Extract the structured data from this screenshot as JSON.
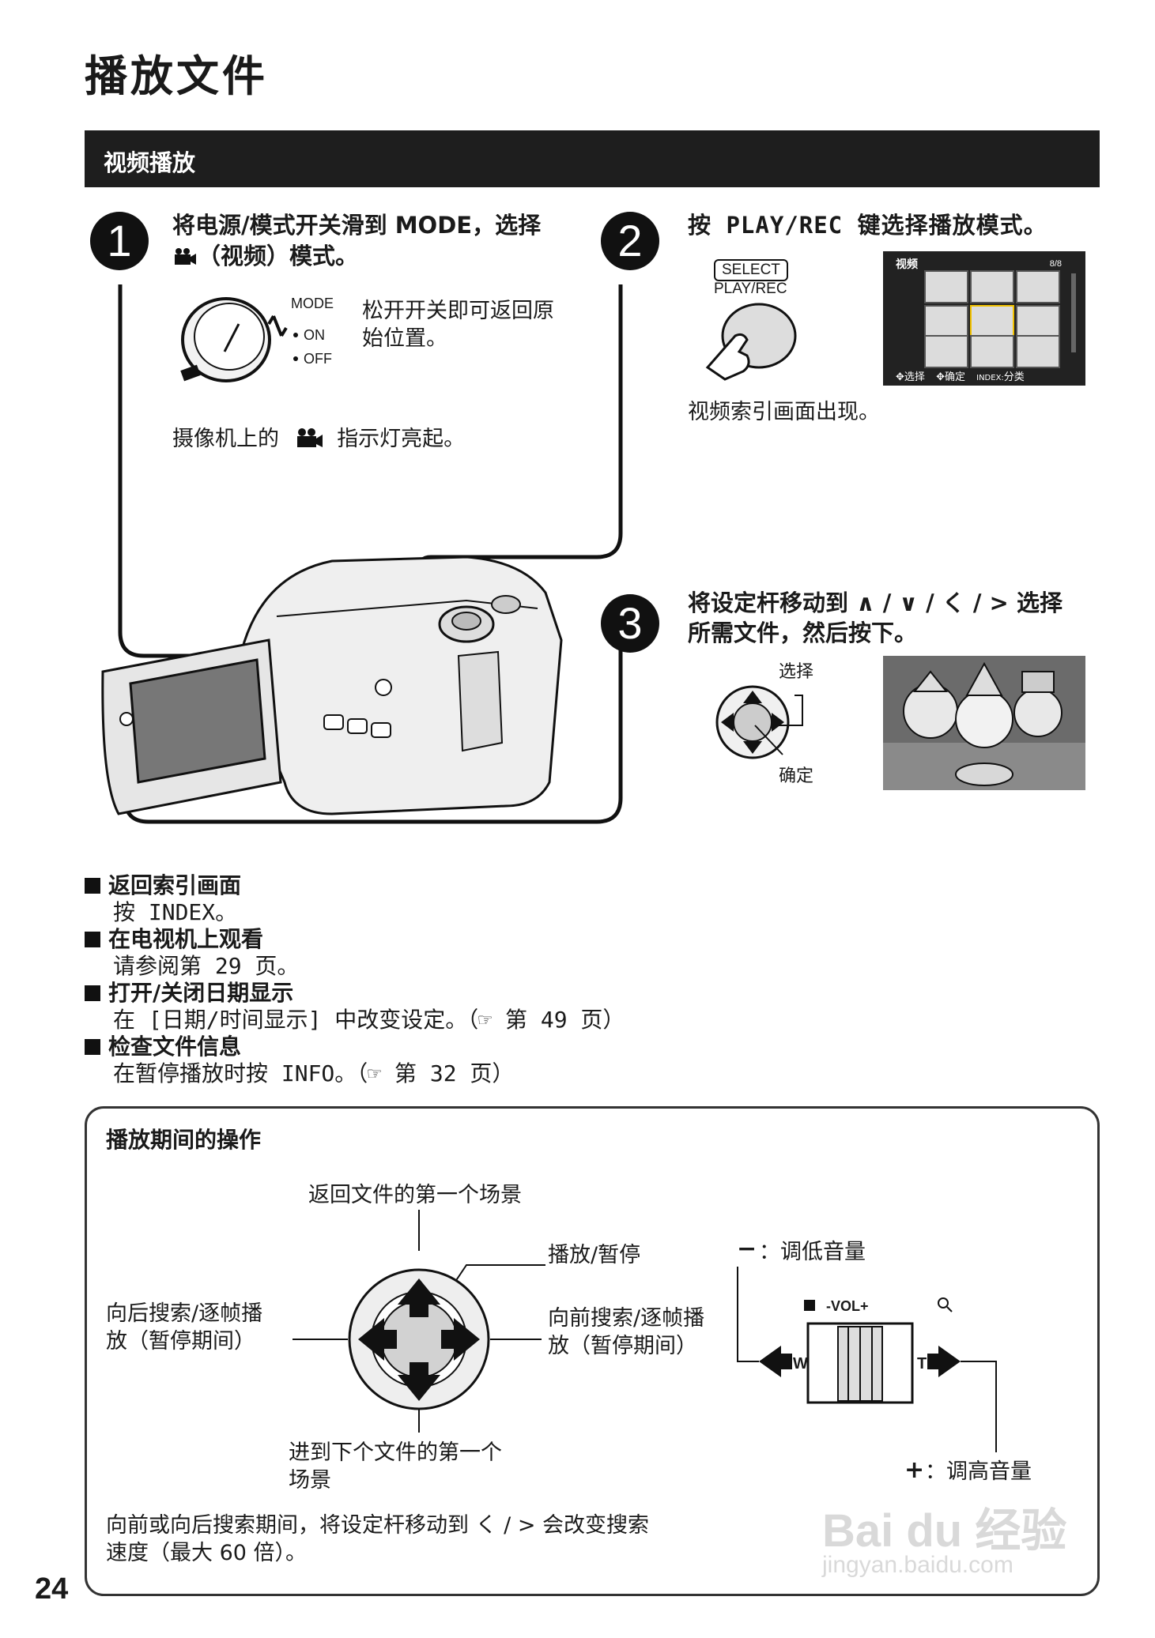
{
  "page": {
    "title": "播放文件",
    "section": "视频播放",
    "page_number": "24"
  },
  "step1": {
    "number": "1",
    "text_line1": "将电源/模式开关滑到 MODE，选择",
    "text_line2": "（视频）模式。",
    "switch_mode": "MODE",
    "switch_on": "ON",
    "switch_off": "OFF",
    "release_line1": "松开开关即可返回原",
    "release_line2": "始位置。",
    "indicator_before": "摄像机上的",
    "indicator_after": "指示灯亮起。"
  },
  "step2": {
    "number": "2",
    "text": "按 PLAY/REC 键选择播放模式。",
    "button_select": "SELECT",
    "button_playrec": "PLAY/REC",
    "screen_title": "视频",
    "screen_count": "8/8",
    "screen_footer_select": "选择",
    "screen_footer_ok": "确定",
    "screen_footer_index": "INDEX:",
    "screen_footer_classify": "分类",
    "caption": "视频索引画面出现。"
  },
  "step3": {
    "number": "3",
    "text_line1": "将设定杆移动到 ∧ / ∨ / く / > 选择",
    "text_line2": "所需文件，然后按下。",
    "label_select": "选择",
    "label_ok": "确定"
  },
  "notes": [
    {
      "title": "返回索引画面",
      "body": "按 INDEX。"
    },
    {
      "title": "在电视机上观看",
      "body": "请参阅第 29 页。"
    },
    {
      "title": "打开/关闭日期显示",
      "body": "在 [日期/时间显示] 中改变设定。（☞ 第 49 页）"
    },
    {
      "title": "检查文件信息",
      "body": "在暂停播放时按 INFO。（☞ 第 32 页）"
    }
  ],
  "operations": {
    "title": "播放期间的操作",
    "up": "返回文件的第一个场景",
    "center": "播放/暂停",
    "left_line1": "向后搜索/逐帧播",
    "left_line2": "放（暂停期间）",
    "right_line1": "向前搜索/逐帧播",
    "right_line2": "放（暂停期间）",
    "down_line1": "进到下个文件的第一个",
    "down_line2": "场景",
    "vol_minus_sign": "−",
    "vol_minus": "：调低音量",
    "vol_plus_sign": "+",
    "vol_plus": "：调高音量",
    "vol_label": "-VOL+",
    "vol_w": "W",
    "vol_t": "T",
    "footer_line1": "向前或向后搜索期间，将设定杆移动到 く / > 会改变搜索",
    "footer_line2": "速度（最大 60 倍）。"
  },
  "watermark": {
    "brand": "Bai du 经验",
    "url": "jingyan.baidu.com"
  }
}
